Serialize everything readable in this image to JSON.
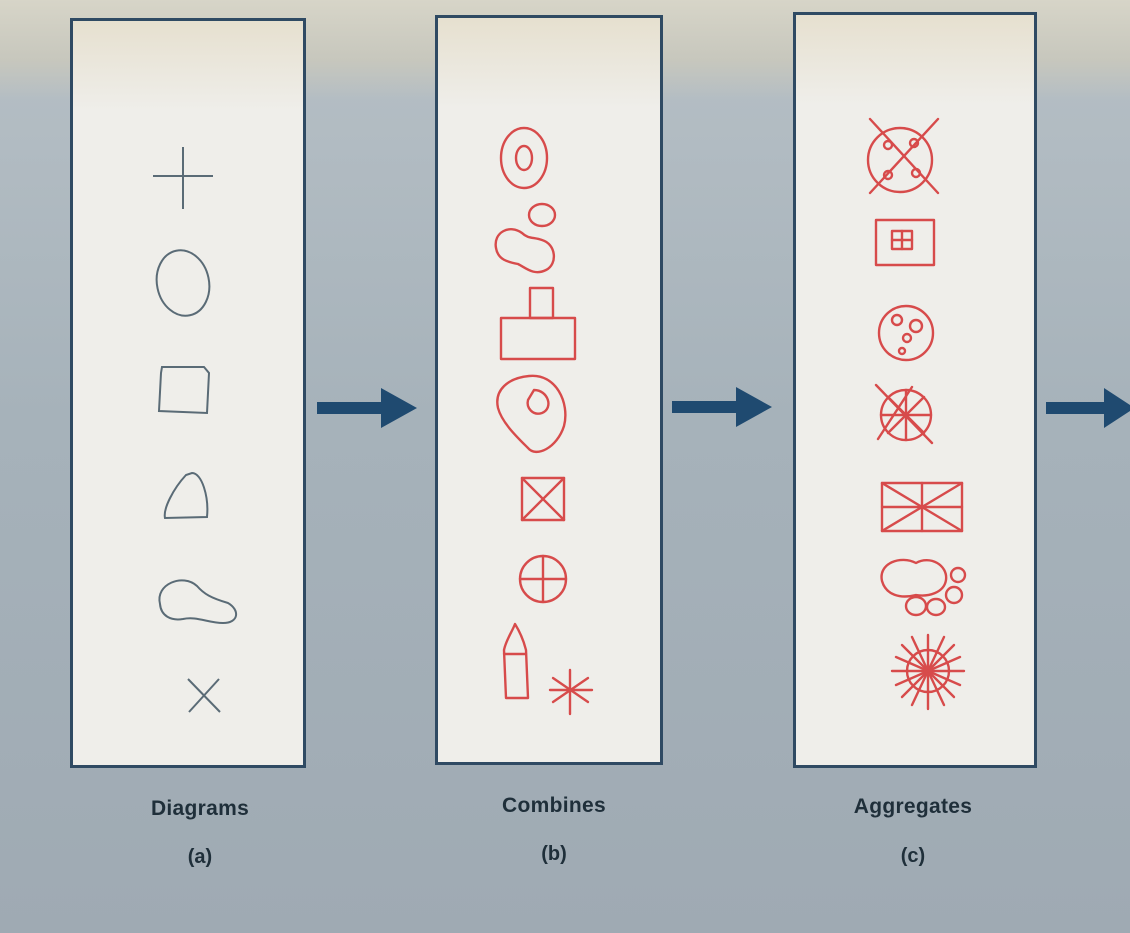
{
  "panels": [
    {
      "id": "a",
      "caption": "Diagrams",
      "label": "(a)"
    },
    {
      "id": "b",
      "caption": "Combines",
      "label": "(b)"
    },
    {
      "id": "c",
      "caption": "Aggregates",
      "label": "(c)"
    }
  ],
  "colors": {
    "background": "#a9b4bc",
    "panel": "#efeeea",
    "panel_border": "#2f4a63",
    "arrow": "#1f4a70",
    "diagram_ink": "#5a6b76",
    "combine_ink": "#d74b4b",
    "caption_text": "#1f2f3a"
  },
  "icons": {
    "a": [
      "plus-icon",
      "oval-icon",
      "square-icon",
      "triangle-icon",
      "blob-icon",
      "x-icon"
    ],
    "b": [
      "ring-icon",
      "blob-pair-icon",
      "stacked-rect-icon",
      "nested-blob-icon",
      "boxed-x-icon",
      "circle-plus-icon",
      "bottle-star-icon"
    ],
    "c": [
      "crossed-circle-icon",
      "framed-square-icon",
      "spotted-circle-icon",
      "spoked-circle-icon",
      "boxed-star-icon",
      "paw-cluster-icon",
      "sunburst-icon"
    ]
  }
}
